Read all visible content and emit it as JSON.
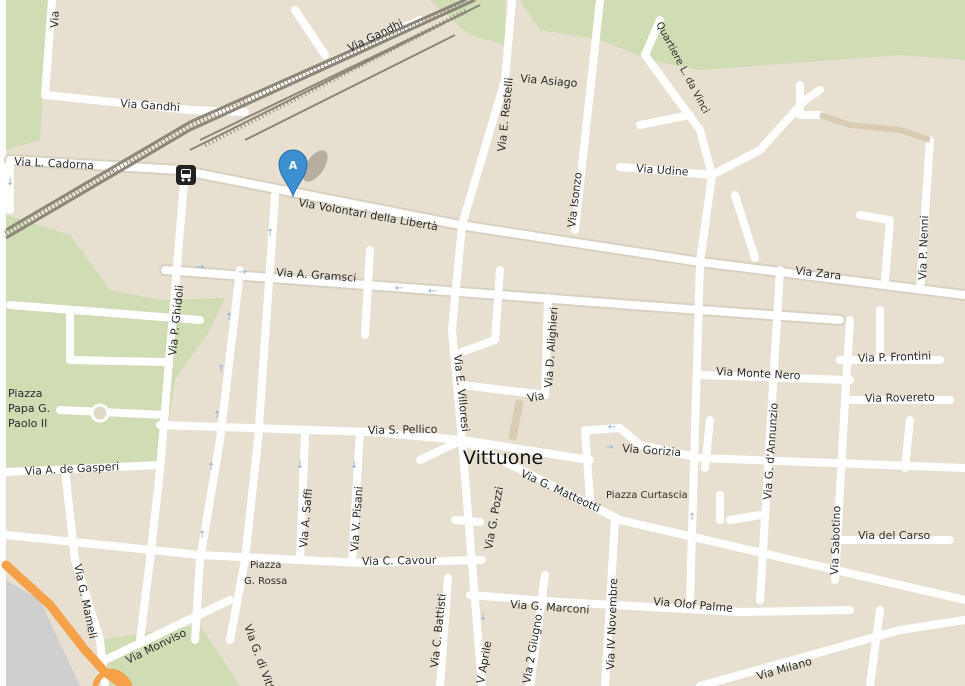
{
  "town_label": "Vittuone",
  "marker": {
    "letter": "A"
  },
  "colors": {
    "land": "#e7e0d0",
    "park": "#cfdcb4",
    "road": "#ffffff",
    "road_edge": "#d6cfbf",
    "highway": "#f5a14a",
    "rail": "#8d877a",
    "marker": "#3c8fd1"
  },
  "icons": [
    "bus-stop-icon",
    "location-marker-icon",
    "one-way-arrow-icon"
  ],
  "streets": {
    "via_gandhi_top": "Via Gandhi",
    "via_gandhi_left": "Via Gandhi",
    "via_cadorna": "Via L. Cadorna",
    "via_top_left": "Via",
    "via_volontari": "Via Volontari della Libertà",
    "via_restelli": "Via E. Restelli",
    "via_asiago": "Via Asiago",
    "quartiere_da_vinci": "Quartiere L. da Vinci",
    "via_udine": "Via Udine",
    "via_isonzo": "Via Isonzo",
    "via_gramsci": "Via A. Gramsci",
    "via_zara": "Via Zara",
    "via_nenni": "Via P. Nenni",
    "via_ghidoli": "Via P. Ghidoli",
    "via_alighieri": "Via D. Alighieri",
    "via_alighieri_short": "Via",
    "via_villoresi": "Via E. Villoresi",
    "via_frontini": "Via P. Frontini",
    "via_monte_nero": "Via Monte Nero",
    "via_rovereto": "Via Rovereto",
    "via_dannunzio": "Via G. d'Annunzio",
    "piazza_papa_1": "Piazza",
    "piazza_papa_2": "Papa G.",
    "piazza_papa_3": "Paolo II",
    "via_pellico": "Via S. Pellico",
    "via_gorizia": "Via Gorizia",
    "via_de_gasperi": "Via A. de Gasperi",
    "via_matteotti": "Via G. Matteotti",
    "piazza_curtascia": "Piazza Curtascia",
    "via_saffi": "Via A. Saffi",
    "via_pisani": "Via V. Pisani",
    "via_pozzi": "Via G. Pozzi",
    "via_sabotino": "Via Sabotino",
    "via_del_carso": "Via del Carso",
    "via_cavour": "Via C. Cavour",
    "piazza_rossa_1": "Piazza",
    "piazza_rossa_2": "G. Rossa",
    "via_mameli": "Via G. Mameli",
    "via_battisti": "Via C. Battisti",
    "via_marconi": "Via G. Marconi",
    "via_olof_palme": "Via Olof Palme",
    "via_iv_novembre": "Via IV Novembre",
    "via_monviso": "Via Monviso",
    "via_vittorio": "Via G. di Vitto",
    "via_xxv_aprile": "V Aprile",
    "via_2_giugno": "Via 2 Giugno",
    "via_milano": "Via Milano"
  }
}
